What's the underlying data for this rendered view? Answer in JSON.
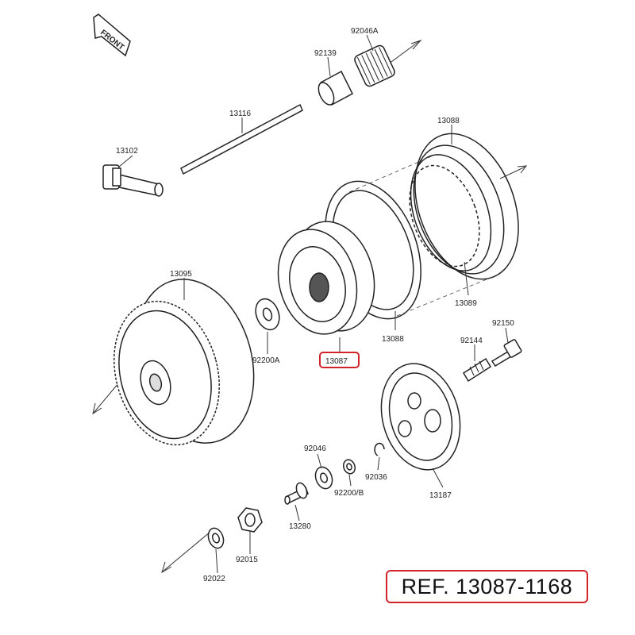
{
  "diagram": {
    "front_label": "FRONT",
    "highlight_color": "#d2232a",
    "parts": [
      {
        "key": "p92046a",
        "number": "92046A"
      },
      {
        "key": "p92139",
        "number": "92139"
      },
      {
        "key": "p13116",
        "number": "13116"
      },
      {
        "key": "p13102",
        "number": "13102"
      },
      {
        "key": "p13088a",
        "number": "13088"
      },
      {
        "key": "p13089",
        "number": "13089"
      },
      {
        "key": "p13088b",
        "number": "13088"
      },
      {
        "key": "p13095",
        "number": "13095"
      },
      {
        "key": "p92200a",
        "number": "92200A"
      },
      {
        "key": "p13087",
        "number": "13087"
      },
      {
        "key": "p92150",
        "number": "92150"
      },
      {
        "key": "p92144",
        "number": "92144"
      },
      {
        "key": "p92046",
        "number": "92046"
      },
      {
        "key": "p92200b",
        "number": "92200/B"
      },
      {
        "key": "p92036",
        "number": "92036"
      },
      {
        "key": "p13187",
        "number": "13187"
      },
      {
        "key": "p13280",
        "number": "13280"
      },
      {
        "key": "p92015",
        "number": "92015"
      },
      {
        "key": "p92022",
        "number": "92022"
      }
    ]
  },
  "reference": {
    "text": "REF. 13087-1168"
  }
}
